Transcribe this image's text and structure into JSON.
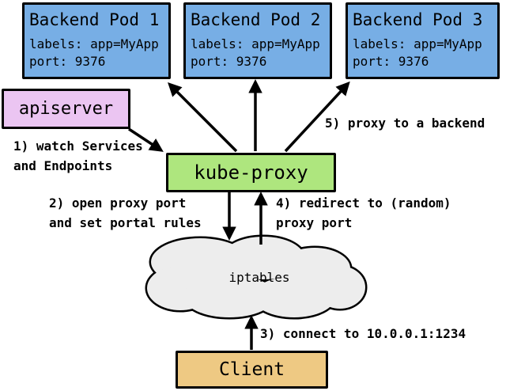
{
  "diagram": {
    "title_semantic": "kubernetes userspace proxy flow",
    "nodes": {
      "pod1": {
        "title": "Backend Pod 1",
        "labels": "labels: app=MyApp",
        "port": "port: 9376"
      },
      "pod2": {
        "title": "Backend Pod 2",
        "labels": "labels: app=MyApp",
        "port": "port: 9376"
      },
      "pod3": {
        "title": "Backend Pod 3",
        "labels": "labels: app=MyApp",
        "port": "port: 9376"
      },
      "apiserver": {
        "label": "apiserver"
      },
      "kube_proxy": {
        "label": "kube-proxy"
      },
      "iptables": {
        "label": "iptables"
      },
      "client": {
        "label": "Client"
      }
    },
    "annotations": {
      "step1": "1) watch Services\nand Endpoints",
      "step2": "2) open proxy port\nand set portal rules",
      "step3": "3) connect to 10.0.0.1:1234",
      "step4": "4) redirect to (random)\nproxy port",
      "step5": "5) proxy to a backend"
    },
    "edges": [
      "apiserver -> kube-proxy",
      "kube-proxy -> Backend Pod 1",
      "kube-proxy -> Backend Pod 2",
      "kube-proxy -> Backend Pod 3",
      "kube-proxy -> iptables",
      "iptables -> kube-proxy",
      "Client -> iptables"
    ],
    "colors": {
      "pod_fill": "#77AEE5",
      "apiserver_fill": "#EBC5F2",
      "kube_proxy_fill": "#AEE67E",
      "client_fill": "#EEC983",
      "cloud_fill": "#EDEDED",
      "border": "#000000",
      "background": "#FFFFFF"
    }
  }
}
